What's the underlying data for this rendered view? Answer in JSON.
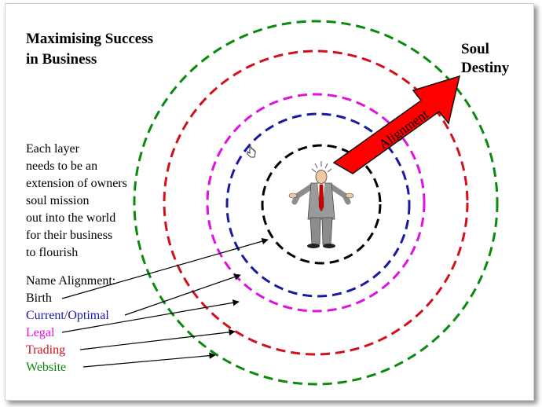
{
  "title": {
    "line1": "Maximising Success",
    "line2": "in Business"
  },
  "destination": {
    "line1": "Soul",
    "line2": "Destiny"
  },
  "arrow_label": "Alignment",
  "description": [
    "Each layer",
    "needs to be an",
    "extension of owners",
    "soul mission",
    "out into the world",
    "for their business",
    "to flourish"
  ],
  "legend": {
    "heading": "Name Alignment:",
    "items": [
      {
        "label": "Birth",
        "color": "#000000"
      },
      {
        "label": "Current/Optimal",
        "color": "#1a1aa0"
      },
      {
        "label": "Legal",
        "color": "#e010e0"
      },
      {
        "label": "Trading",
        "color": "#d0101a"
      },
      {
        "label": "Website",
        "color": "#0a8a0a"
      }
    ]
  },
  "colors": {
    "arrow": "#ff0000",
    "suit": "#9a9a9a",
    "tie": "#cc0000"
  }
}
